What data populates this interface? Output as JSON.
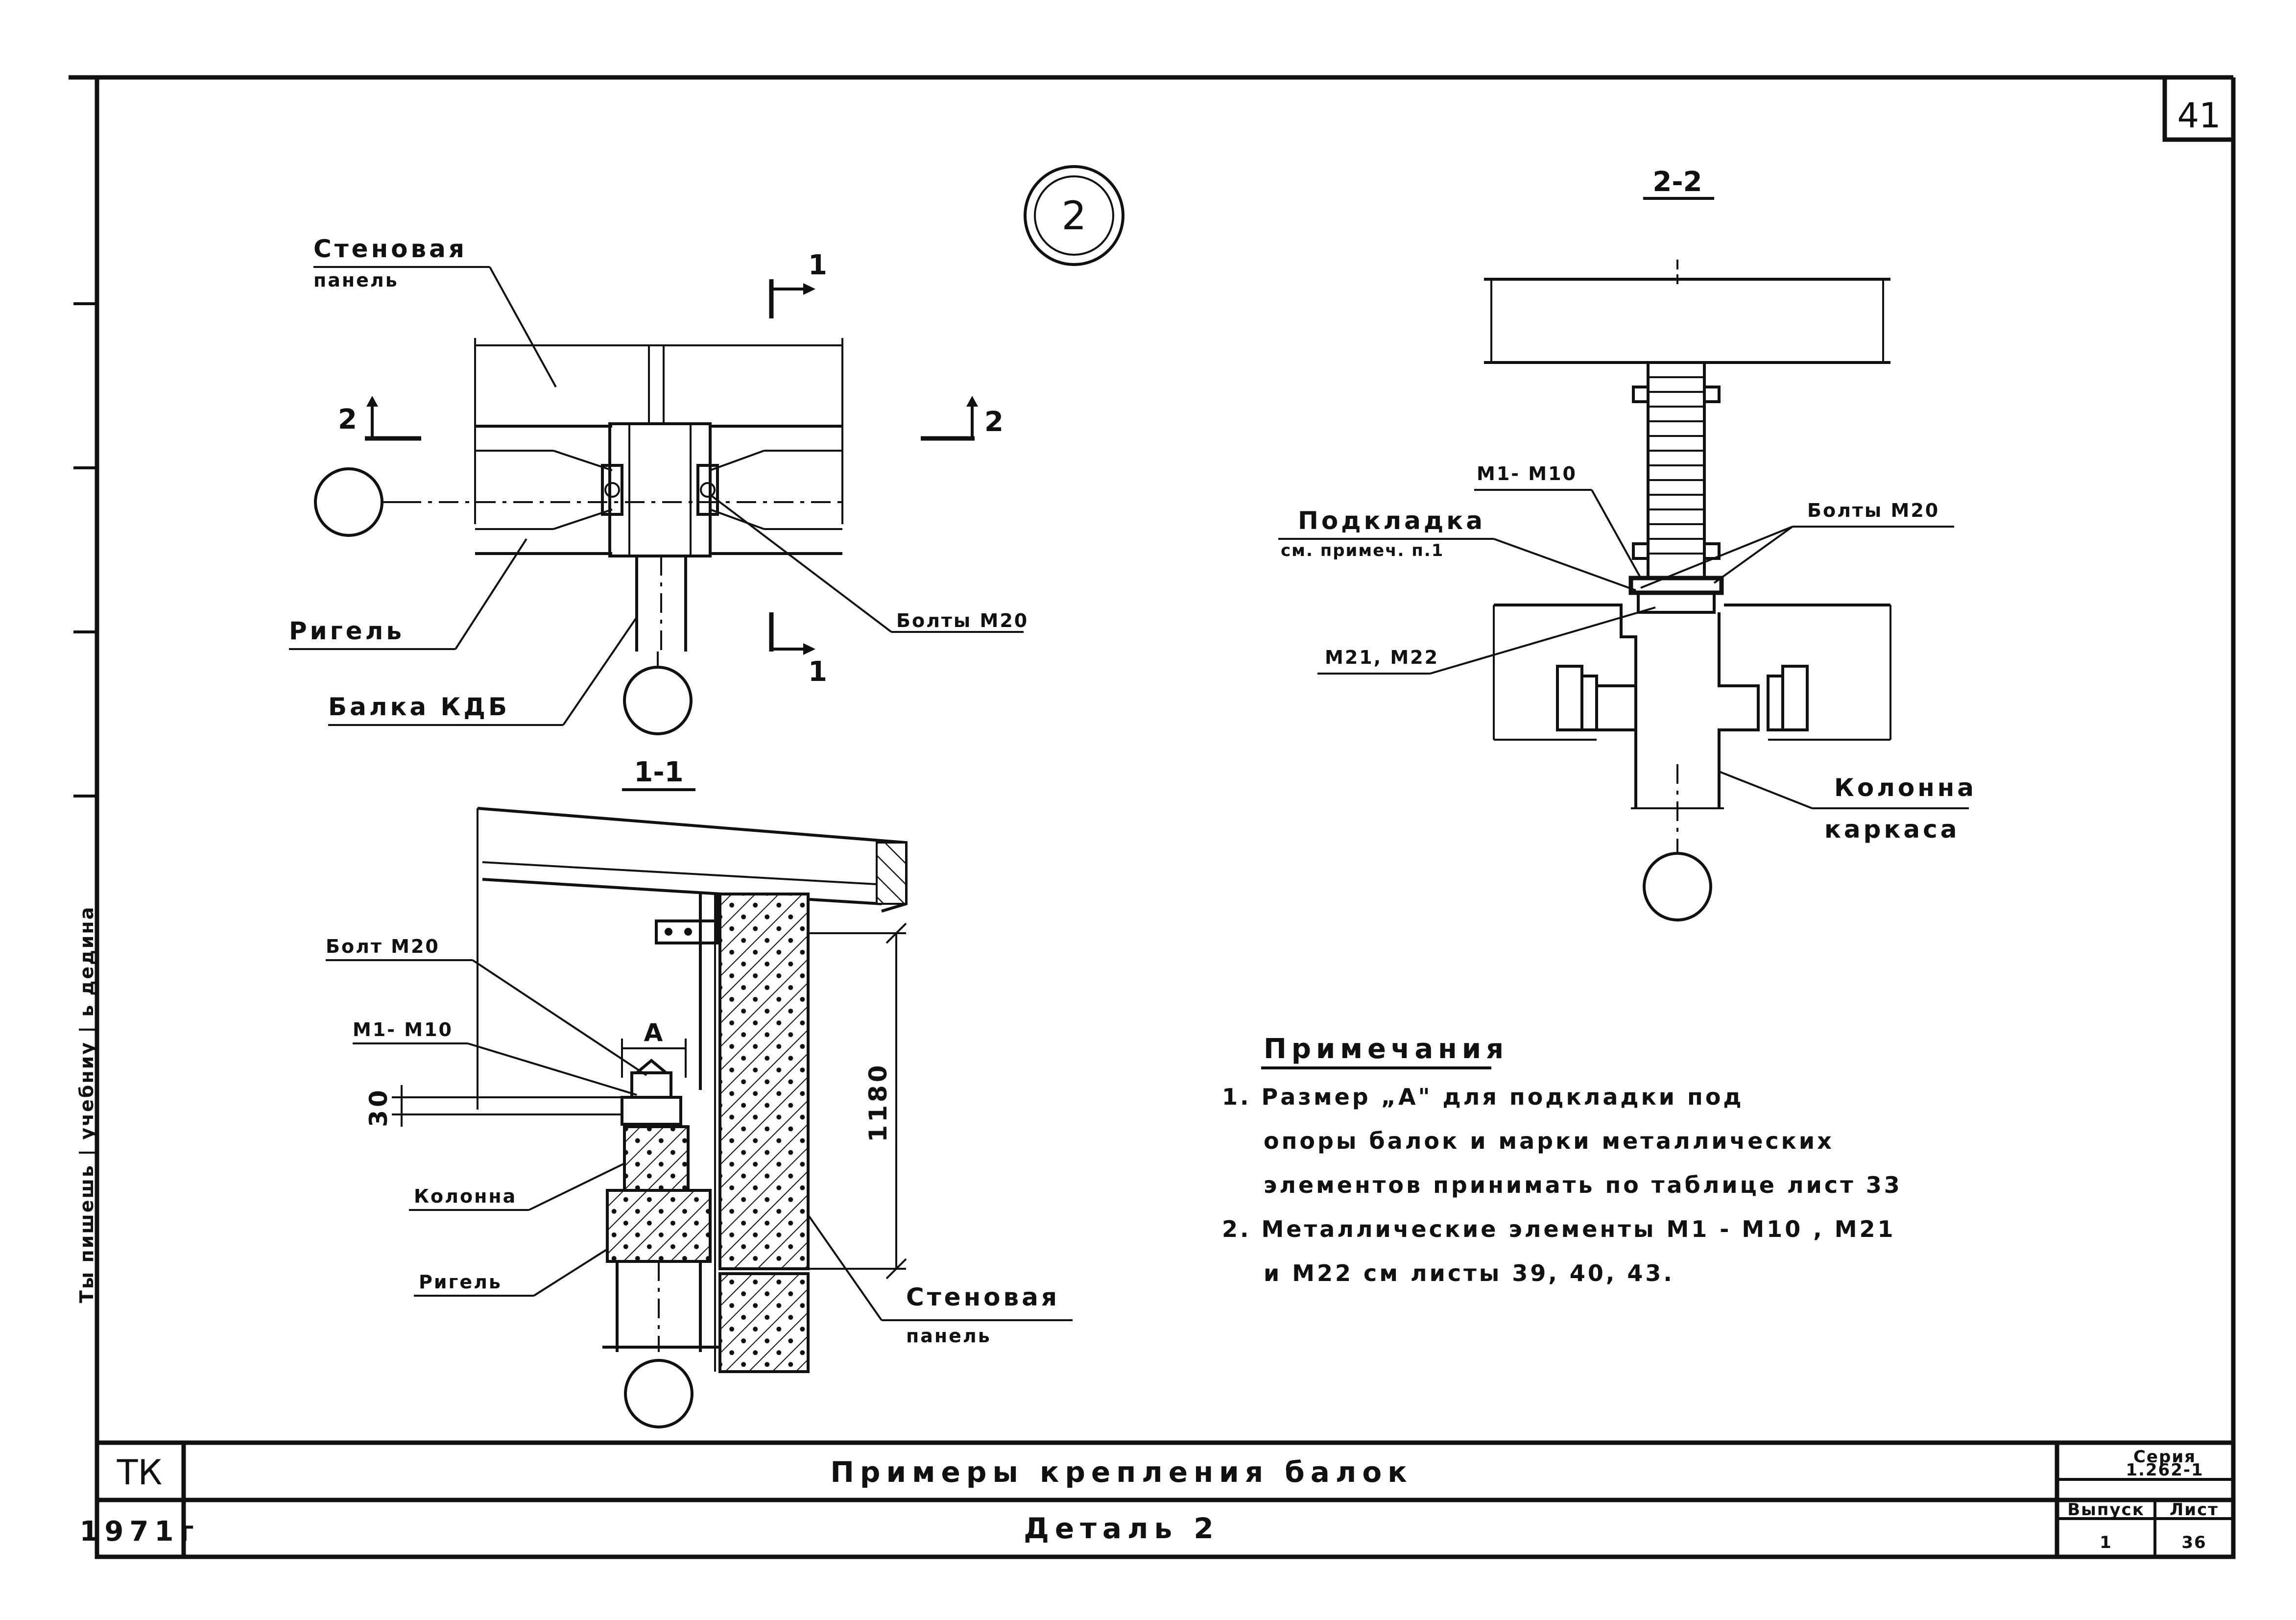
{
  "sheet": {
    "sheet_number_top": "41",
    "side_note": "Ты пишешь | учебниу | ь дедина"
  },
  "detail_marker": "2",
  "plan_view": {
    "wall_panel_label": [
      "Стеновая",
      "панель"
    ],
    "crossbar_label": "Ригель",
    "beam_label": "Балка КДБ",
    "bolts_label": "Болты М20",
    "section_mark_1_top": "1",
    "section_mark_1_bottom": "1",
    "section_mark_2_left": "2",
    "section_mark_2_right": "2"
  },
  "section_1_1": {
    "title": "1-1",
    "bolt_label": "Болт М20",
    "m_label": "М1- М10",
    "dim_a": "А",
    "dim_30": "30",
    "dim_1180": "1180",
    "column_label": "Колонна",
    "crossbar_label": "Ригель",
    "wall_panel_label": [
      "Стеновая",
      "панель"
    ]
  },
  "section_2_2": {
    "title": "2-2",
    "m_label": "М1- М10",
    "pad_label": [
      "Подкладка",
      "см. примеч. п.1"
    ],
    "bolts_label": "Болты М20",
    "m21_label": "М21, М22",
    "column_label": [
      "Колонна",
      "каркаса"
    ]
  },
  "notes": {
    "heading": "Примечания",
    "lines": [
      "1. Размер „А\" для          подкладки под",
      "опоры балок и марки    металлических",
      "элементов принимать по таблице  лист 33",
      "2. Металлические   элементы   М1 - М10 , М21",
      "и  М22  см  листы   39, 40, 43."
    ]
  },
  "title_block": {
    "code": "ТК",
    "year": "1971г",
    "title": "Примеры   крепления   балок",
    "subtitle": "Деталь 2",
    "series_label": "Серия",
    "series_value": "1.262-1",
    "issue_label": "Выпуск",
    "issue_value": "1",
    "sheet_label": "Лист",
    "sheet_value": "36"
  }
}
